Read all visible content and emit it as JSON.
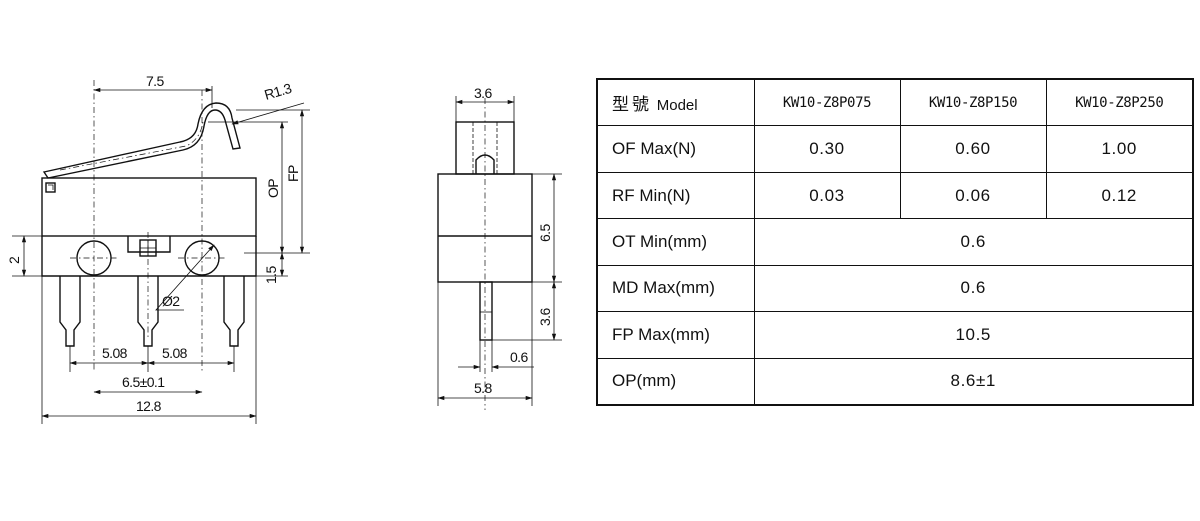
{
  "drawing": {
    "front_view": {
      "top_width": "7.5",
      "lever_radius": "R1.3",
      "op_label": "OP",
      "fp_label": "FP",
      "left_height": "2",
      "right_height": "1.5",
      "hole_diameter": "Ø2",
      "pin_pitch_left": "5.08",
      "pin_pitch_right": "5.08",
      "hole_spacing": "6.5±0.1",
      "overall_width": "12.8"
    },
    "side_view": {
      "top_width": "3.6",
      "body_height": "6.5",
      "pin_length": "3.6",
      "pin_thickness": "0.6",
      "overall_width": "5.8"
    }
  },
  "spec_table": {
    "header": {
      "label_cjk": "型號",
      "label_en": "Model",
      "models": [
        "KW10-Z8P075",
        "KW10-Z8P150",
        "KW10-Z8P250"
      ]
    },
    "rows": [
      {
        "label": "OF Max(N)",
        "values": [
          "0.30",
          "0.60",
          "1.00"
        ]
      },
      {
        "label": "RF Min(N)",
        "values": [
          "0.03",
          "0.06",
          "0.12"
        ]
      },
      {
        "label": "OT Min(mm)",
        "value": "0.6"
      },
      {
        "label": "MD Max(mm)",
        "value": "0.6"
      },
      {
        "label": "FP Max(mm)",
        "value": "10.5"
      },
      {
        "label": "OP(mm)",
        "value": "8.6±1"
      }
    ]
  }
}
